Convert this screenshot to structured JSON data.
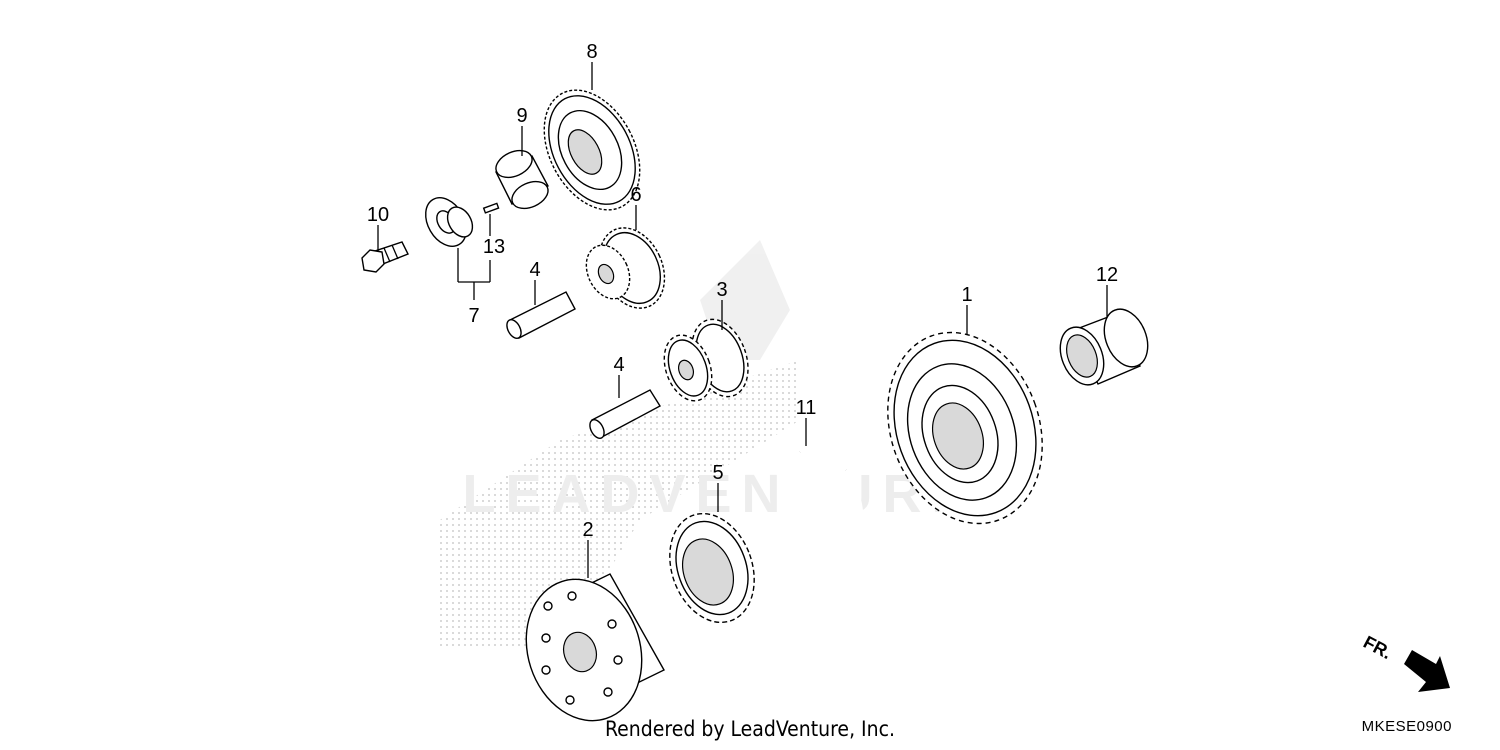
{
  "footer_text": "Rendered by LeadVenture, Inc.",
  "diagram_code": "MKESE0900",
  "direction_label": "FR.",
  "watermark_text": "LEADVENTURE",
  "callouts": {
    "c1": "1",
    "c2": "2",
    "c3": "3",
    "c4a": "4",
    "c4b": "4",
    "c5": "5",
    "c6": "6",
    "c7": "7",
    "c8": "8",
    "c9": "9",
    "c10": "10",
    "c11": "11",
    "c12": "12",
    "c13": "13"
  },
  "colors": {
    "line": "#000000",
    "background": "#ffffff",
    "watermark": "#cfcfcf"
  }
}
